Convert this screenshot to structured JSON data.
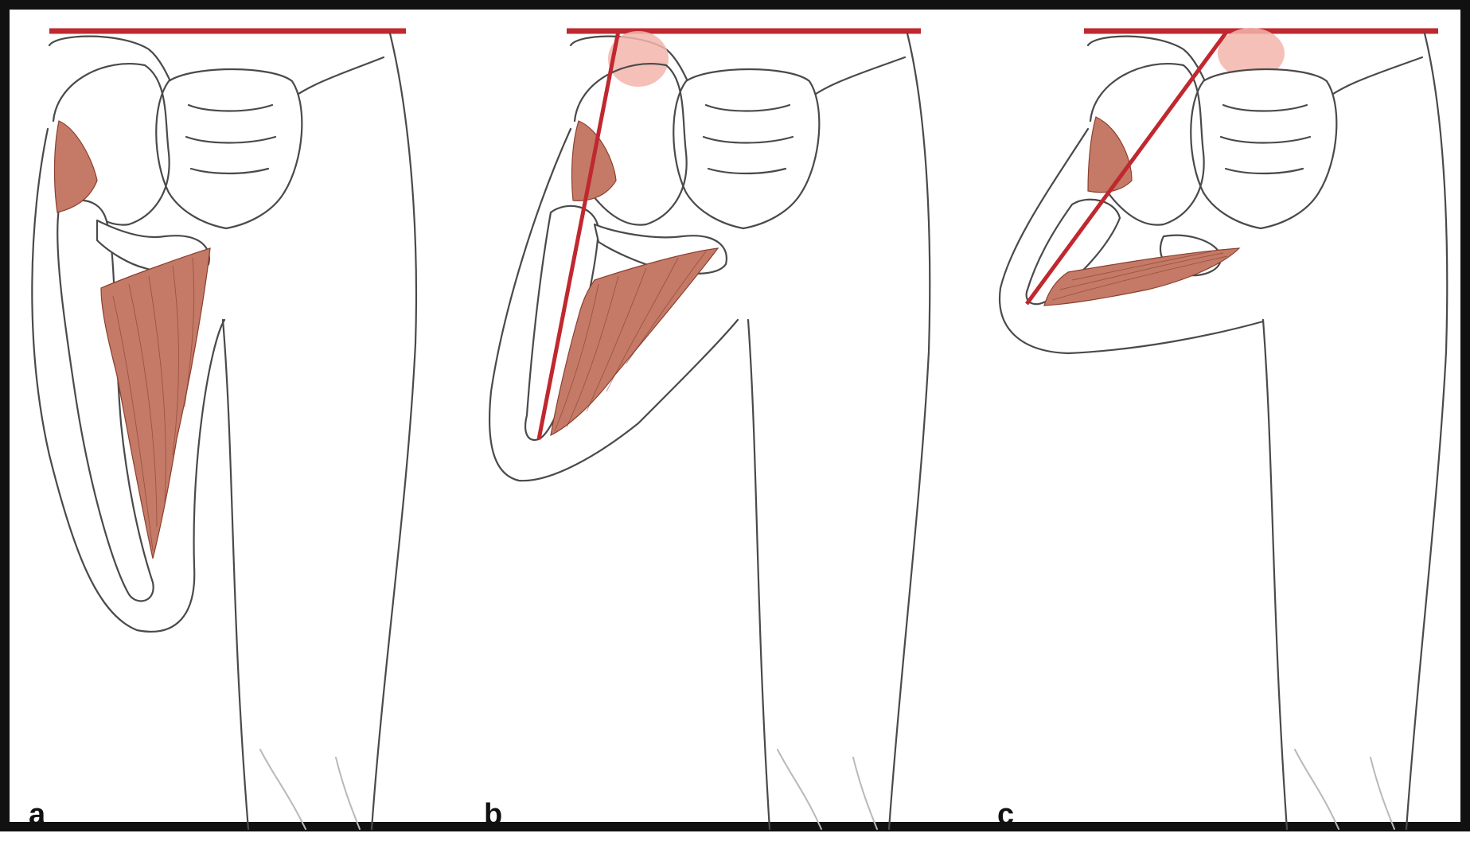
{
  "panels": [
    {
      "label": "a"
    },
    {
      "label": "b"
    },
    {
      "label": "c"
    }
  ],
  "colors": {
    "reference_line": "#c0282f",
    "muscle": "#c47a66",
    "muscle_dark": "#a9523f",
    "highlight": "#f2b5ab",
    "outline": "#4a4a4a",
    "frame": "#111111"
  }
}
